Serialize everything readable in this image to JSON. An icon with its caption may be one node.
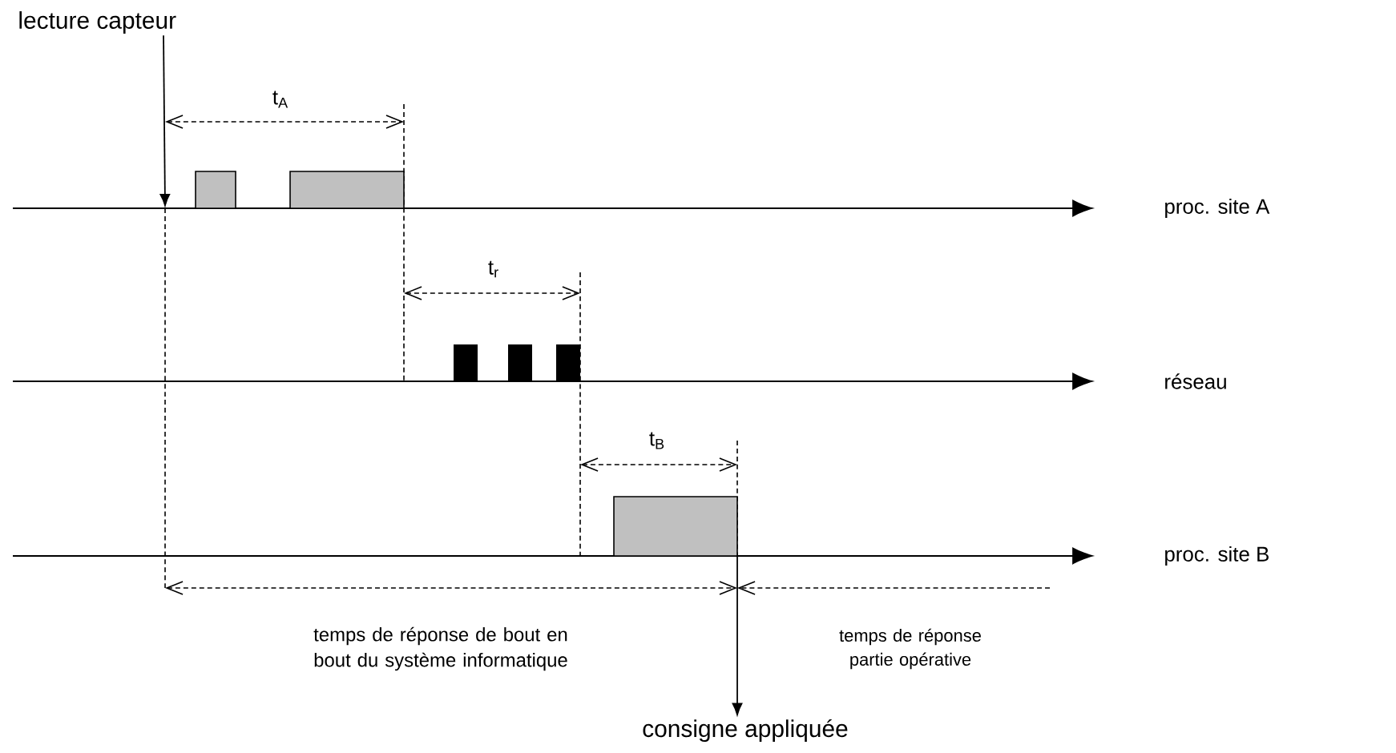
{
  "diagram": {
    "nodes": [
      {
        "text": [
          "lecture capteur"
        ]
      },
      {
        "text": [
          "consigne appliquée"
        ]
      },
      {
        "text": [],
        "shape": "bar"
      },
      {
        "text": [],
        "shape": "bar"
      },
      {
        "text": [],
        "shape": "box"
      },
      {
        "text": [],
        "shape": "box"
      },
      {
        "text": [],
        "shape": "box"
      },
      {
        "text": [],
        "shape": "bar"
      }
    ],
    "edges": [
      {
        "from": 0,
        "to": null,
        "arrow": "to"
      },
      {
        "from": 7,
        "to": 1,
        "arrow": "to"
      }
    ],
    "labels": [
      "t$_{A}$",
      "proc. site A",
      "t$_{r}$",
      "réseau",
      "t$_{B}$",
      "proc. site B",
      "temps de réponse de bout en bout du système informatique",
      "temps de réponse partie opérative"
    ]
  }
}
